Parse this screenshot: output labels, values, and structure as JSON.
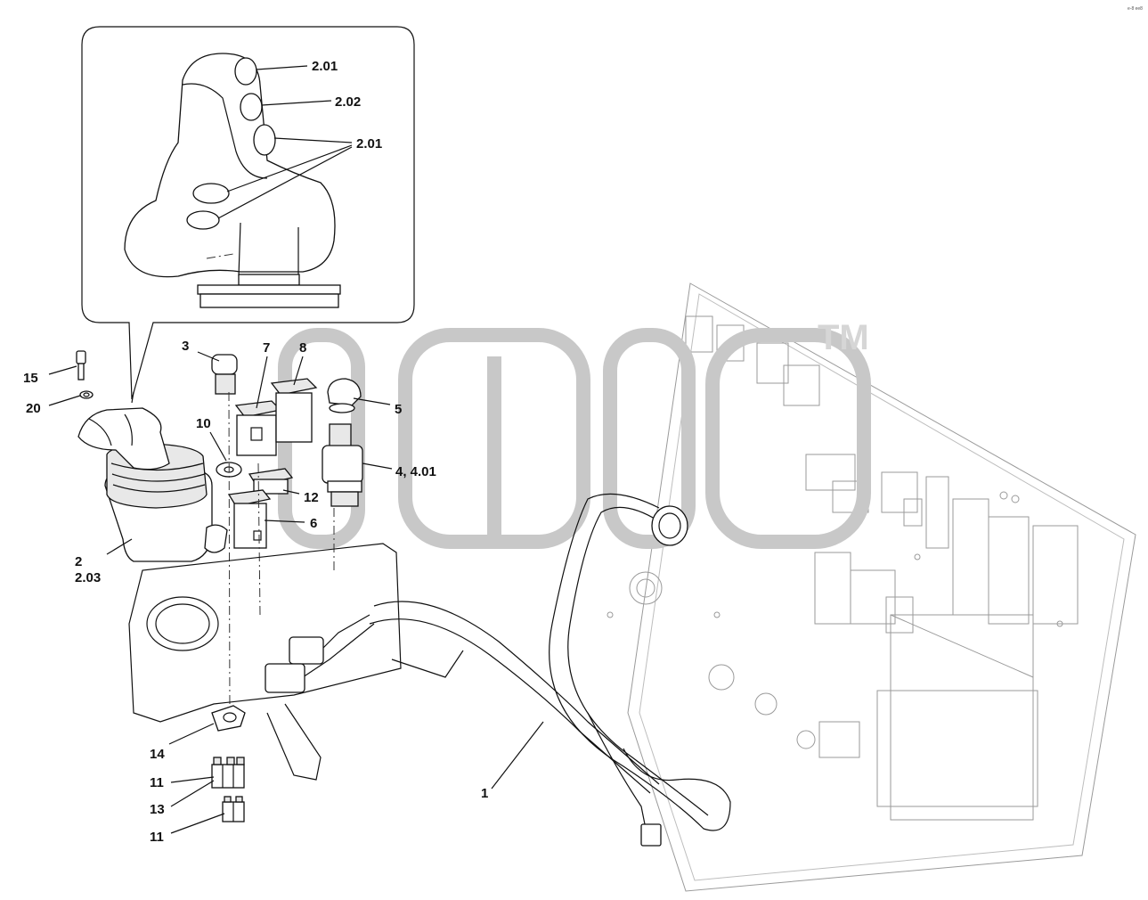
{
  "corner_code": "e-8 ee8",
  "watermark": {
    "tm": "TM"
  },
  "callouts": {
    "c201a": "2.01",
    "c202": "2.02",
    "c201b": "2.01",
    "c3": "3",
    "c7": "7",
    "c8": "8",
    "c15": "15",
    "c20": "20",
    "c5": "5",
    "c10": "10",
    "c4": "4, 4.01",
    "c12": "12",
    "c6": "6",
    "c2": "2",
    "c203": "2.03",
    "c1": "1",
    "c14": "14",
    "c11a": "11",
    "c13": "13",
    "c11b": "11"
  }
}
